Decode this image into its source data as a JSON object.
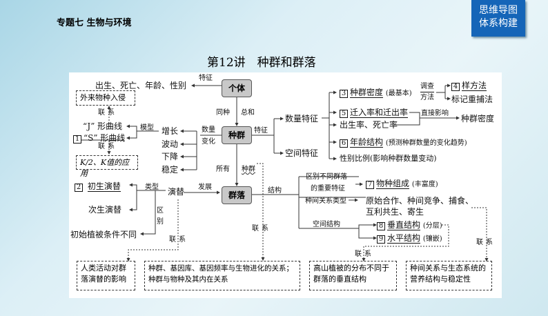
{
  "header": {
    "chapter": "专题七 生物与环境",
    "badge_line1": "思维导图",
    "badge_line2": "体系构建",
    "title": "第12讲　种群和群落",
    "badge_color": "#1565b8"
  },
  "map": {
    "individual": "个体",
    "population": "种群",
    "community": "群落",
    "feature": "特征",
    "individual_traits": "出生、死亡、年龄、性别",
    "invasive": "外来物种入侵",
    "link": "联系",
    "j_curve": "“J” 形曲线",
    "s_curve": "“S” 形曲线",
    "model": "模型",
    "k_value": "K/2、K值的应用",
    "growth": "增长",
    "fluct": "波动",
    "decline": "下降",
    "stable": "稳定",
    "qty_change1": "数量",
    "qty_change2": "变化",
    "same_species": "同种",
    "sum": "总和",
    "all": "所有",
    "population_wavy": "种群",
    "pop_feature": "特征",
    "quant_feature": "数量特征",
    "spatial_feature": "空间特征",
    "density": "种群密度",
    "density_note": "(最基本)",
    "survey1": "调查",
    "survey2": "方法",
    "quadrat": "样方法",
    "mark_recapture": "标记重捕法",
    "migration": "迁入率和迁出率",
    "birth_death": "出生率、死亡率",
    "direct_effect": "直接影响",
    "density2": "种群密度",
    "age_structure": "年龄结构",
    "age_note": "(预测种群数量的变化趋势)",
    "sex_ratio": "性别比例(影响种群数量变动)",
    "primary": "初生演替",
    "secondary": "次生演替",
    "type": "类型",
    "succession": "演替",
    "develop": "发展",
    "diff1": "区",
    "diff2": "别",
    "initial_veg": "初始植被条件不同",
    "structure": "结构",
    "distinguish1": "区别不同群落",
    "distinguish2": "的重要特征",
    "species_comp": "物种组成",
    "richness": "(丰富度)",
    "interspecific_type": "种间关系类型",
    "relations1": "原始合作、种间竞争、捕食、",
    "relations2": "互利共生、寄生",
    "spatial_structure": "空间结构",
    "vertical": "垂直结构",
    "layer": "(分层)",
    "horizontal": "水平结构",
    "mosaic": "(镶嵌)",
    "box_human1": "人类活动对群",
    "box_human2": "落演替的影响",
    "box_gene1": "种群、基因库、基因频率与生物进化的关系；",
    "box_gene2": "种群与物种及其内在关系",
    "box_alpine1": "高山植被的分布不同于",
    "box_alpine2": "群落的垂直结构",
    "box_eco1": "种间关系与生态系统的",
    "box_eco2": "营养结构与稳定性",
    "nums": [
      "1",
      "2",
      "3",
      "4",
      "5",
      "6",
      "7",
      "8",
      "9"
    ]
  }
}
